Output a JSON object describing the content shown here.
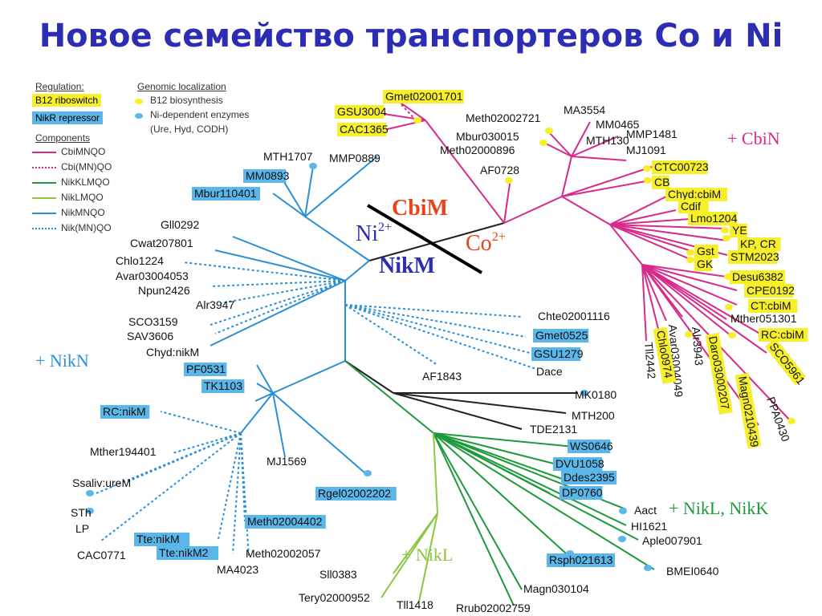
{
  "title": "Новое семейство транспортеров Co и Ni",
  "legend": {
    "regulation": {
      "heading": "Regulation:",
      "items": [
        {
          "label": "B12 riboswitch",
          "color": "#f7ef2a"
        },
        {
          "label": "NikR repressor",
          "color": "#5bb6ea"
        }
      ]
    },
    "genomic": {
      "heading": "Genomic localization",
      "items": [
        {
          "label": "B12 biosynthesis",
          "color": "#f7ef2a"
        },
        {
          "label": "Ni-dependent enzymes",
          "color": "#5bb6ea"
        },
        {
          "label": "(Ure, Hyd, CODH)",
          "color": ""
        }
      ]
    },
    "components": {
      "heading": "Components",
      "items": [
        {
          "label": "CbiMNQO",
          "color": "#d62b8a",
          "style": "solid"
        },
        {
          "label": "Cbi(MN)QO",
          "color": "#d62b8a",
          "style": "dotted"
        },
        {
          "label": "NikKLMQO",
          "color": "#1e9a3c",
          "style": "solid"
        },
        {
          "label": "NikLMQO",
          "color": "#8cc63f",
          "style": "solid"
        },
        {
          "label": "NikMNQO",
          "color": "#2a8fd6",
          "style": "solid"
        },
        {
          "label": "Nik(MN)QO",
          "color": "#2a8fd6",
          "style": "dotted"
        }
      ]
    }
  },
  "center": {
    "cbim": "CbiM",
    "nikm": "NikM",
    "ni_ion": "Ni",
    "ni_charge": "2+",
    "co_ion": "Co",
    "co_charge": "2+"
  },
  "annotations": {
    "cbin": "+ CbiN",
    "nikn": "+ NikN",
    "nikl_nikk": "+ NikL, NikK",
    "nikl": "+ NikL"
  },
  "colors": {
    "cbi": "#d62b8a",
    "nik_mn": "#2a8fd6",
    "nik_kl": "#1e9a3c",
    "nik_l": "#8cc63f",
    "black": "#222222",
    "riboswitch": "#f7ef2a",
    "nikr": "#5bb6ea",
    "title": "#2d2db4",
    "ni_label": "#2d2db4",
    "co_label": "#e8431a"
  },
  "leaves": {
    "Gmet02001701": "Gmet02001701",
    "GSU3004": "GSU3004",
    "CAC1365": "CAC1365",
    "Meth02002721": "Meth02002721",
    "Mbur030015": "Mbur030015",
    "Meth02000896": "Meth02000896",
    "MA3554": "MA3554",
    "MM0465": "MM0465",
    "MTH130": "MTH130",
    "MMP1481": "MMP1481",
    "MJ1091": "MJ1091",
    "AF0728": "AF0728",
    "CTC00723": "CTC00723",
    "CB": "CB",
    "Chyd_cbiM": "Chyd:cbiM",
    "Cdif": "Cdif",
    "Lmo1204": "Lmo1204",
    "YE": "YE",
    "KP_CR": "KP, CR",
    "Gst": "Gst",
    "GK": "GK",
    "STM2023": "STM2023",
    "Desu6382": "Desu6382",
    "CPE0192": "CPE0192",
    "CT_cbiM": "CT:cbiM",
    "Mther051301": "Mther051301",
    "RC_cbiM": "RC:cbiM",
    "SCO5961": "SCO5961",
    "PPA0430": "PPA0430",
    "Magn0210439": "Magn0210439",
    "Daro03000207": "Daro03000207",
    "Alr3943": "Alr3943",
    "Avar03004049": "Avar03004049",
    "Chlo0974": "Chlo0974",
    "Tll2442": "Tll2442",
    "MTH1707": "MTH1707",
    "MMP0889": "MMP0889",
    "MM0893": "MM0893",
    "Mbur110401": "Mbur110401",
    "Gll0292": "Gll0292",
    "Cwat207801": "Cwat207801",
    "Chlo1224": "Chlo1224",
    "Avar03004053": "Avar03004053",
    "Npun2426": "Npun2426",
    "Alr3947": "Alr3947",
    "SCO3159": "SCO3159",
    "SAV3606": "SAV3606",
    "Chyd_nikM": "Chyd:nikM",
    "PF0531": "PF0531",
    "TK1103": "TK1103",
    "Chte02001116": "Chte02001116",
    "Gmet0525": "Gmet0525",
    "GSU1279": "GSU1279",
    "Dace": "Dace",
    "AF1843": "AF1843",
    "RC_nikM": "RC:nikM",
    "Mther194401": "Mther194401",
    "MJ1569": "MJ1569",
    "Ssaliv_ureM": "Ssaliv:ureM",
    "STh": "STh",
    "LP": "LP",
    "CAC0771": "CAC0771",
    "Tte_nikM": "Tte:nikM",
    "Tte_nikM2": "Tte:nikM2",
    "MA4023": "MA4023",
    "Meth02004402": "Meth02004402",
    "Meth02002057": "Meth02002057",
    "Rgel02002202": "Rgel02002202",
    "MK0180": "MK0180",
    "MTH200": "MTH200",
    "TDE2131": "TDE2131",
    "WS0646": "WS0646",
    "DVU1058": "DVU1058",
    "Ddes2395": "Ddes2395",
    "DP0760": "DP0760",
    "Aact": "Aact",
    "HI1621": "HI1621",
    "Aple007901": "Aple007901",
    "Rsph021613": "Rsph021613",
    "BMEI0640": "BMEI0640",
    "Magn030104": "Magn030104",
    "Rrub02002759": "Rrub02002759",
    "Sll0383": "Sll0383",
    "Tery02000952": "Tery02000952",
    "Tll1418": "Tll1418"
  }
}
